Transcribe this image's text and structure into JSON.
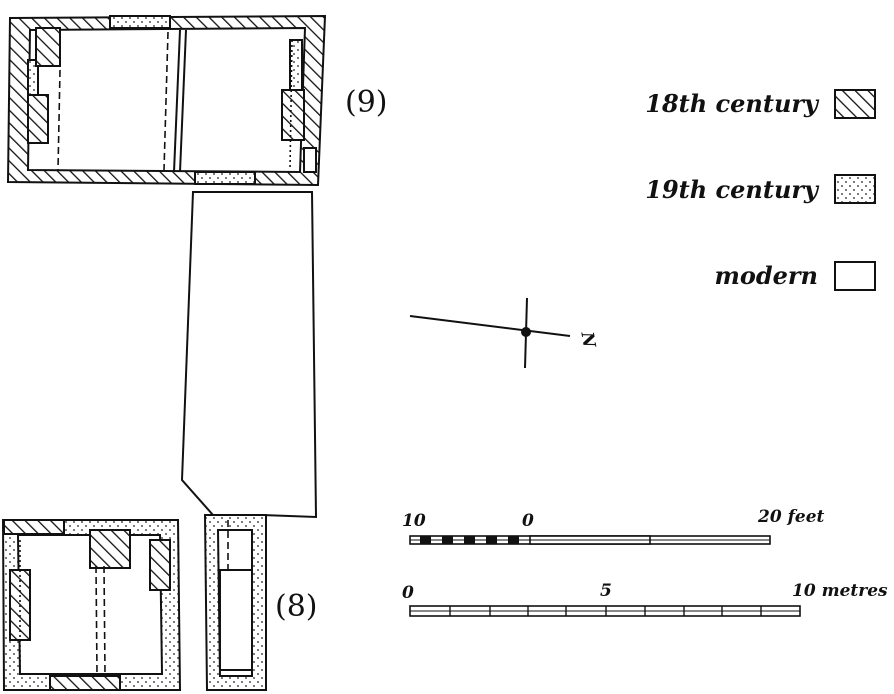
{
  "labels": {
    "building_9": "(9)",
    "building_8": "(8)"
  },
  "legend": {
    "century_18": "18th century",
    "century_19": "19th century",
    "modern": "modern"
  },
  "north_arrow": {
    "symbol": "N"
  },
  "scale_feet": {
    "left": "10",
    "zero": "0",
    "right": "20 feet"
  },
  "scale_metres": {
    "zero": "0",
    "mid": "5",
    "right": "10 metres"
  }
}
